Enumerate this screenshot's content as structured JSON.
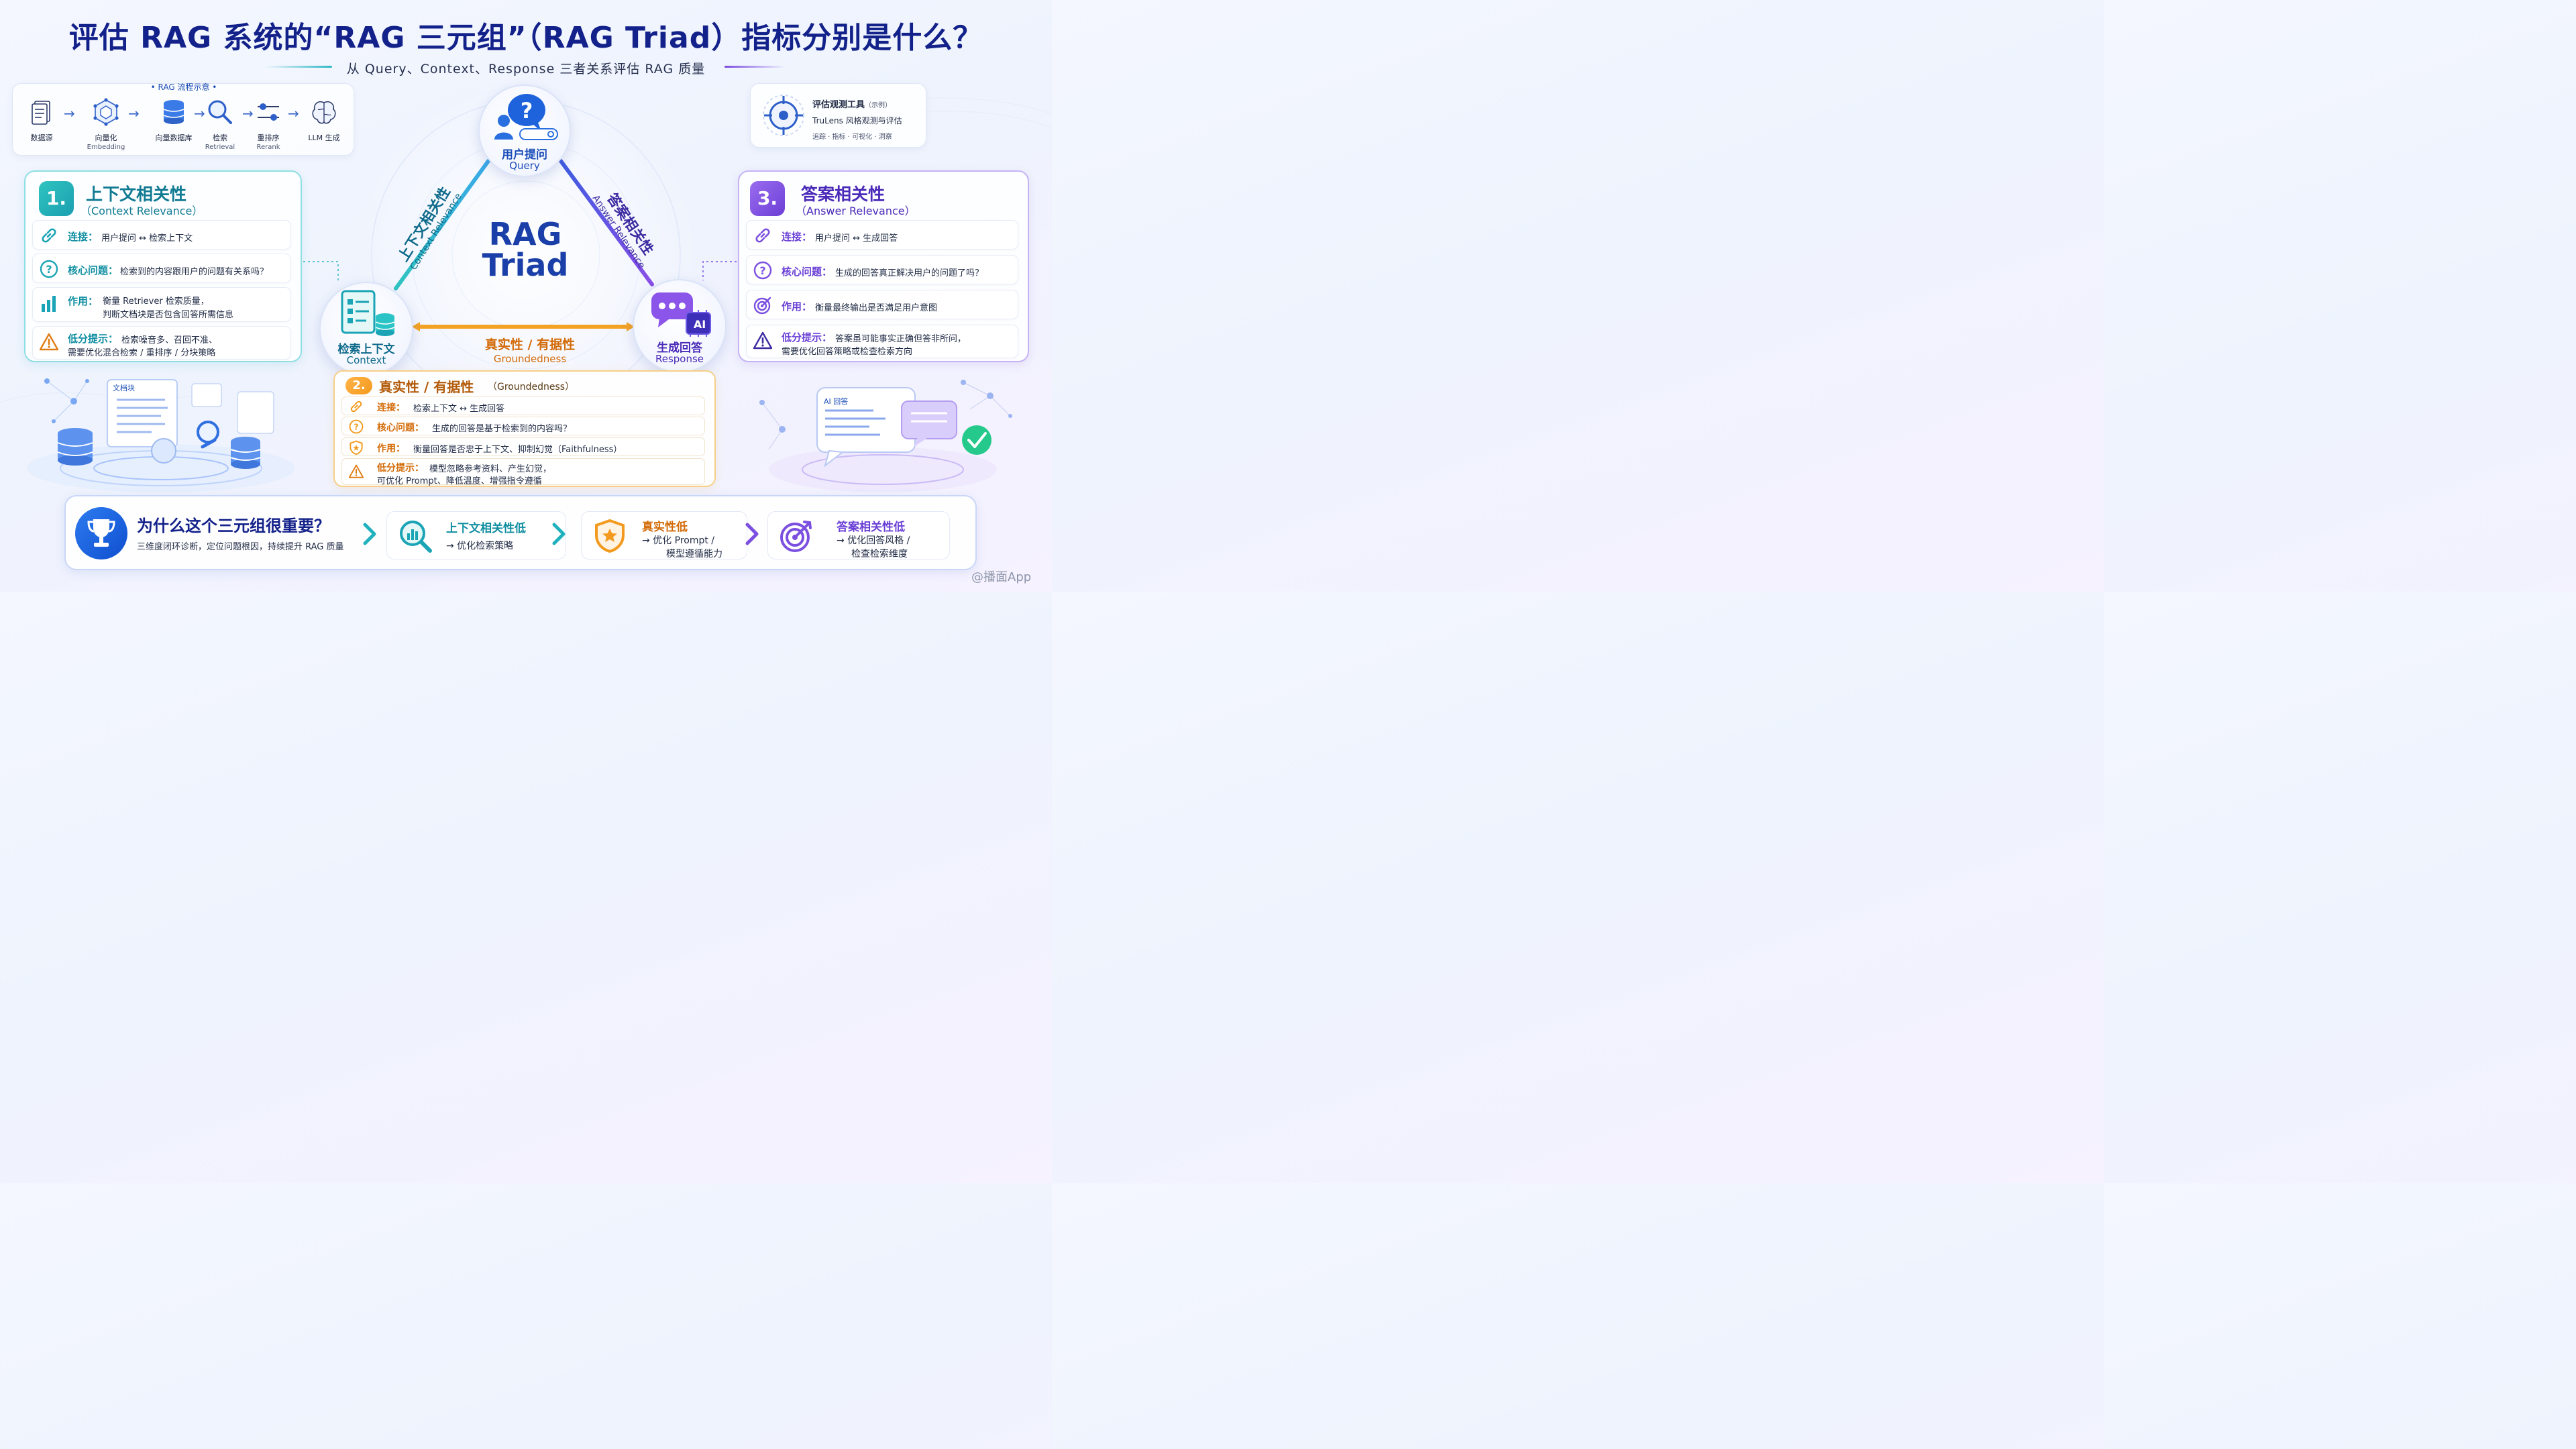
{
  "header": {
    "title": "评估 RAG 系统的“RAG 三元组”（RAG Triad）指标分别是什么？",
    "subtitle": "从 Query、Context、Response 三者关系评估 RAG 质量"
  },
  "pipeline": {
    "title": "• RAG 流程示意 •",
    "steps": [
      {
        "label": "数据源",
        "sub": "",
        "icon": "document-stack-icon"
      },
      {
        "label": "向量化",
        "sub": "Embedding",
        "icon": "cube-network-icon"
      },
      {
        "label": "向量数据库",
        "sub": "",
        "icon": "database-icon"
      },
      {
        "label": "检索",
        "sub": "Retrieval",
        "icon": "magnifier-icon"
      },
      {
        "label": "重排序",
        "sub": "Rerank",
        "icon": "slider-icon"
      },
      {
        "label": "LLM 生成",
        "sub": "",
        "icon": "brain-icon"
      }
    ]
  },
  "tool": {
    "title": "评估观测工具",
    "title_note": "（示例）",
    "line2": "TruLens 风格观测与评估",
    "line3": "追踪 · 指标 · 可视化 · 洞察"
  },
  "triad": {
    "center_title_1": "RAG",
    "center_title_2": "Triad",
    "query": {
      "cn": "用户提问",
      "en": "Query"
    },
    "context": {
      "cn": "检索上下文",
      "en": "Context"
    },
    "response": {
      "cn": "生成回答",
      "en": "Response",
      "ai_chip": "AI"
    },
    "edge_left": {
      "cn": "上下文相关性",
      "en": "Context Relevance"
    },
    "edge_right": {
      "cn": "答案相关性",
      "en": "Answer Relevance"
    },
    "edge_bottom": {
      "cn": "真实性 / 有据性",
      "en": "Groundedness"
    }
  },
  "card1": {
    "number": "1.",
    "title": "上下文相关性",
    "subtitle": "（Context Relevance）",
    "rows": [
      {
        "key": "连接：",
        "value": "用户提问 ↔ 检索上下文"
      },
      {
        "key": "核心问题：",
        "value": "检索到的内容跟用户的问题有关系吗？"
      },
      {
        "key": "作用：",
        "value": "衡量 Retriever 检索质量，",
        "value2": "判断文档块是否包含回答所需信息"
      },
      {
        "key": "低分提示：",
        "value": "检索噪音多、召回不准、",
        "value2": "需要优化混合检索 / 重排序 / 分块策略"
      }
    ]
  },
  "card2": {
    "number": "2.",
    "title": "真实性 / 有据性",
    "subtitle": "（Groundedness）",
    "rows": [
      {
        "key": "连接：",
        "value": "检索上下文 ↔ 生成回答"
      },
      {
        "key": "核心问题：",
        "value": "生成的回答是基于检索到的内容吗？"
      },
      {
        "key": "作用：",
        "value": "衡量回答是否忠于上下文、抑制幻觉（Faithfulness）"
      },
      {
        "key": "低分提示：",
        "value": "模型忽略参考资料、产生幻觉，",
        "value2": "可优化 Prompt、降低温度、增强指令遵循"
      }
    ]
  },
  "card3": {
    "number": "3.",
    "title": "答案相关性",
    "subtitle": "（Answer Relevance）",
    "rows": [
      {
        "key": "连接：",
        "value": "用户提问 ↔ 生成回答"
      },
      {
        "key": "核心问题：",
        "value": "生成的回答真正解决用户的问题了吗？"
      },
      {
        "key": "作用：",
        "value": "衡量最终输出是否满足用户意图"
      },
      {
        "key": "低分提示：",
        "value": "答案虽可能事实正确但答非所问，",
        "value2": "需要优化回答策略或检查检索方向"
      }
    ]
  },
  "illustrations": {
    "left_doc_label": "文档块",
    "right_chat_label": "AI 回答"
  },
  "banner": {
    "title": "为什么这个三元组很重要？",
    "subtitle": "三维度闭环诊断，定位问题根因，持续提升 RAG 质量",
    "items": [
      {
        "title": "上下文相关性低",
        "line1": "→ 优化检索策略",
        "line2": ""
      },
      {
        "title": "真实性低",
        "line1": "→ 优化 Prompt /",
        "line2": "模型遵循能力"
      },
      {
        "title": "答案相关性低",
        "line1": "→ 优化回答风格 /",
        "line2": "检查检索维度"
      }
    ]
  },
  "watermark": "@播面App",
  "colors": {
    "teal": "#1fb1bd",
    "purple": "#7b4fe0",
    "orange": "#f39a1e",
    "navy": "#13218a",
    "blue": "#1a4db8"
  }
}
